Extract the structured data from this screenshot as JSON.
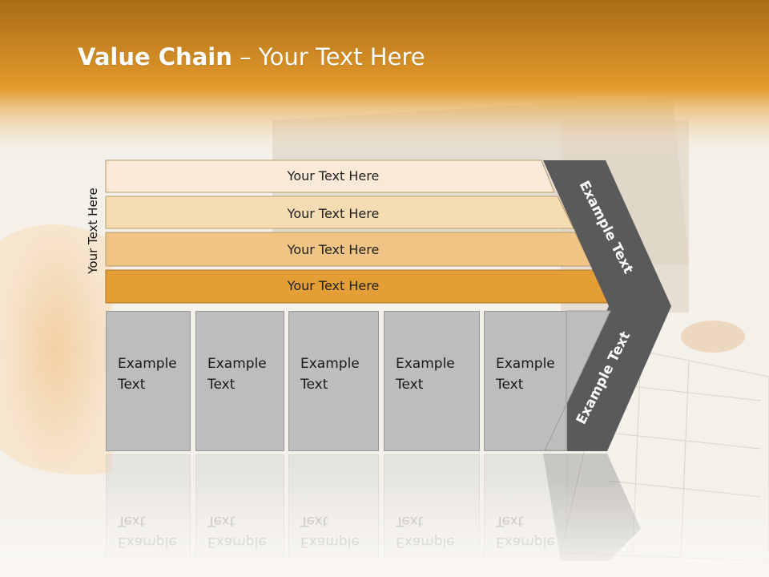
{
  "slide": {
    "title_bold": "Value Chain",
    "title_rest": " – Your Text Here",
    "side_label": "Your Text Here"
  },
  "bands": [
    {
      "label": "Your Text Here",
      "color": "#f8ead6"
    },
    {
      "label": "Your Text Here",
      "color": "#f5dcb2"
    },
    {
      "label": "Your Text Here",
      "color": "#efc484"
    },
    {
      "label": "Your Text Here",
      "color": "#e39f35"
    }
  ],
  "boxes": [
    {
      "label": "Example\nText"
    },
    {
      "label": "Example\nText"
    },
    {
      "label": "Example\nText"
    },
    {
      "label": "Example\nText"
    },
    {
      "label": "Example\nText"
    }
  ],
  "chevron": {
    "top_label": "Example Text",
    "bottom_label": "Example Text",
    "color": "#5a5a5a"
  },
  "colors": {
    "header_top": "#a86c16",
    "header_mid": "#e39a2b",
    "page_bg": "#f4f1ea"
  }
}
